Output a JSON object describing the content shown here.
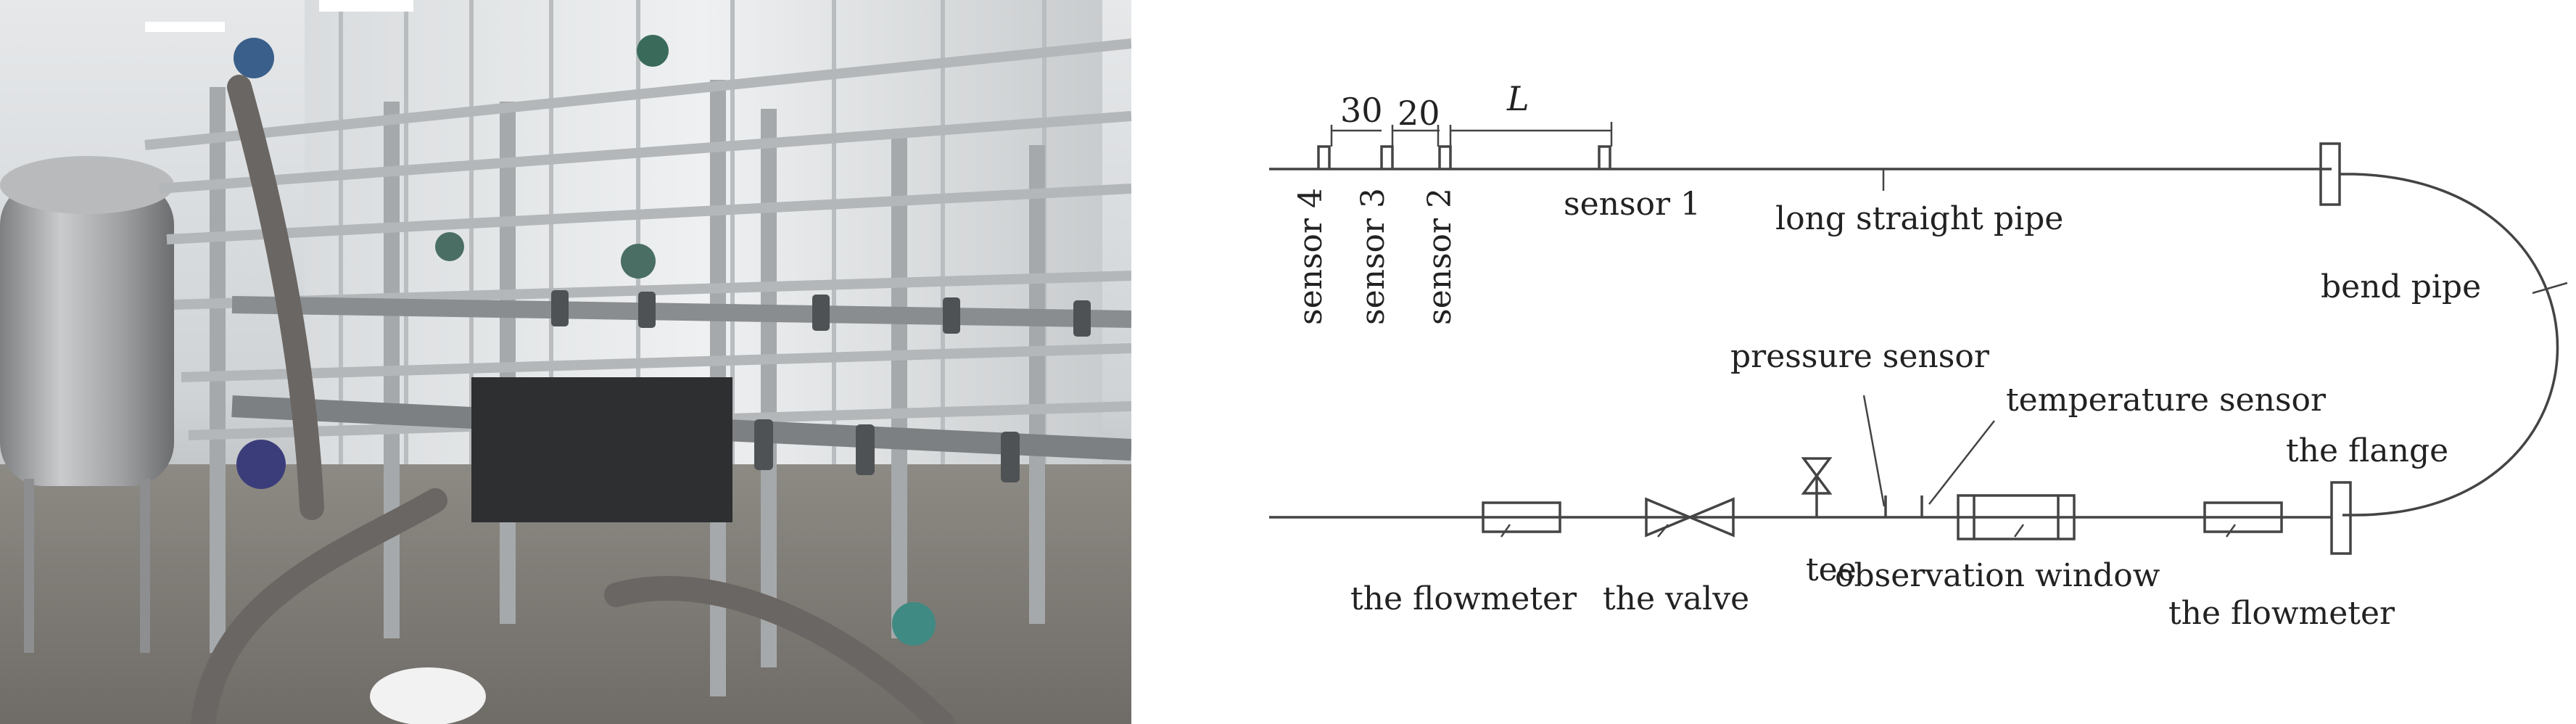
{
  "photo": {
    "subject": "experimental pipe loop test rig photograph"
  },
  "diagram": {
    "dimensions": {
      "d1": "30",
      "d2": "20",
      "d3": "L"
    },
    "labels": {
      "sensor4": "sensor 4",
      "sensor3": "sensor 3",
      "sensor2": "sensor 2",
      "sensor1": "sensor 1",
      "long_pipe": "long straight pipe",
      "bend_pipe": "bend pipe",
      "pressure_sensor": "pressure sensor",
      "temperature_sensor": "temperature sensor",
      "flange": "the flange",
      "flowmeter_left": "the flowmeter",
      "valve": "the valve",
      "tee": "tee",
      "observation_window": "observation window",
      "flowmeter_right": "the flowmeter"
    }
  }
}
